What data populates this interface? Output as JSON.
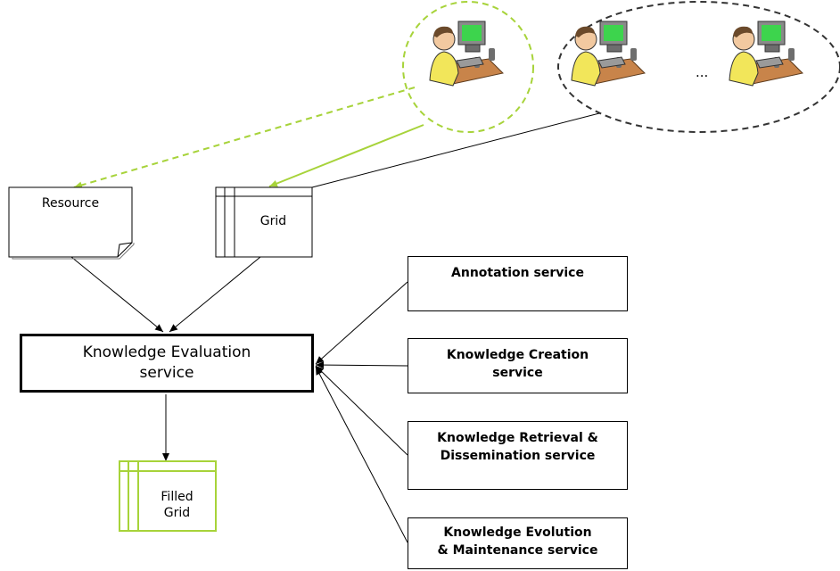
{
  "diagram": {
    "resource_label": "Resource",
    "grid_label": "Grid",
    "evaluation_label": "Knowledge Evaluation\nservice",
    "filled_grid_label": "Filled\nGrid",
    "ellipsis": "...",
    "services": [
      "Annotation service",
      "Knowledge Creation\nservice",
      "Knowledge Retrieval &\nDissemination service",
      "Knowledge Evolution\n& Maintenance service"
    ],
    "user_icon": "person-at-computer-icon"
  },
  "colors": {
    "accent_green": "#a7d33a",
    "line": "#000000",
    "group_dash": "#333333"
  }
}
